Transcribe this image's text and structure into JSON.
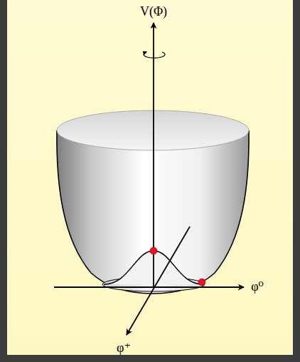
{
  "diagram": {
    "labels": [
      "V(Φ)",
      "φ⁰",
      "φ⁺"
    ]
  }
}
